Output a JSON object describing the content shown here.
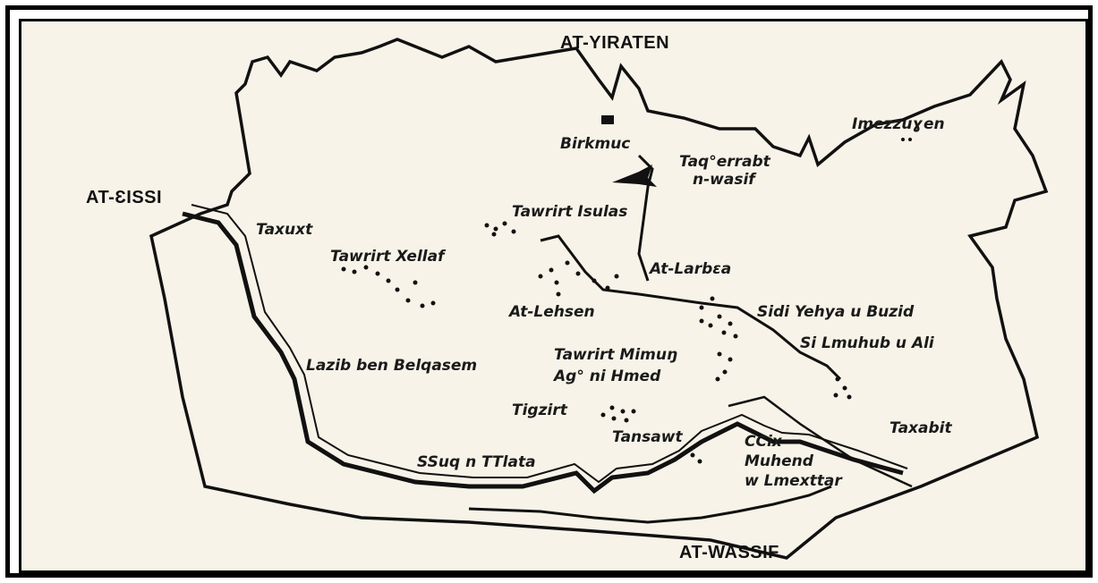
{
  "map": {
    "regions": {
      "north": "AT-YIRATEN",
      "west": "AT-ƐISSI",
      "south": "AT-WASSIF"
    },
    "places": {
      "birkmuc": "Birkmuc",
      "taqerrabt_1": "Taq°errabt",
      "taqerrabt_2": "n-wasif",
      "imezzuyen": "Imezzuɣen",
      "taxuxt": "Taxuxt",
      "tawrirt_isulas": "Tawrirt Isulas",
      "tawrirt_xellaf": "Tawrirt Xellaf",
      "at_larbea": "At-Larbɛa",
      "at_lehsen": "At-Lehsen",
      "sidi_yehya": "Sidi Yehya u Buzid",
      "si_lmuhub": "Si Lmuhub u Ali",
      "lazib": "Lazib ben Belqasem",
      "tawrirt_mimun": "Tawrirt Mimuŋ",
      "agni_hmed": "Ag° ni Hmed",
      "tigzirt": "Tigzirt",
      "taxabit": "Taxabit",
      "tansawt": "Tansawt",
      "ccix_1": "CCix",
      "ccix_2": "Muhend",
      "ccix_3": "w Lmexttar",
      "ssuq": "SSuq n TTlata"
    }
  }
}
